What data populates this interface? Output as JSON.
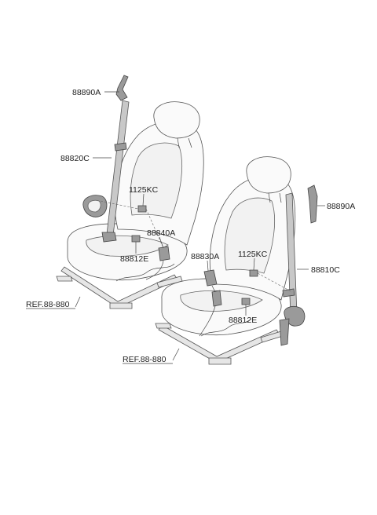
{
  "labels": {
    "left_anchor": "88890A",
    "left_belt": "88820C",
    "left_bolt_top": "1125KC",
    "left_buckle": "88840A",
    "left_bolt_bottom": "88812E",
    "right_buckle": "88830A",
    "right_bolt_top": "1125KC",
    "right_belt": "88810C",
    "right_anchor": "88890A",
    "right_bolt_bottom": "88812E"
  },
  "refs": {
    "left": "REF.88-880",
    "right": "REF.88-880"
  }
}
